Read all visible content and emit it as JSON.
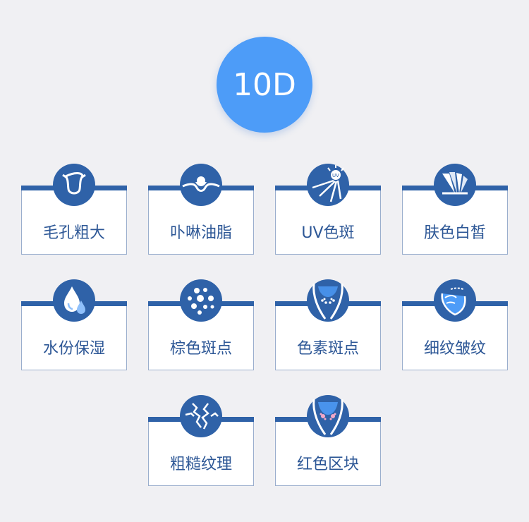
{
  "badge": {
    "text": "10D"
  },
  "items": [
    {
      "label": "毛孔粗大",
      "icon": "pore-icon"
    },
    {
      "label": "卟啉油脂",
      "icon": "oil-icon"
    },
    {
      "label": "UV色斑",
      "icon": "uv-spot-icon"
    },
    {
      "label": "肤色白皙",
      "icon": "skin-tone-icon"
    },
    {
      "label": "水份保湿",
      "icon": "water-drop-icon"
    },
    {
      "label": "棕色斑点",
      "icon": "brown-spot-icon"
    },
    {
      "label": "色素斑点",
      "icon": "pigment-spot-icon"
    },
    {
      "label": "细纹皱纹",
      "icon": "wrinkle-icon"
    },
    {
      "label": "粗糙纹理",
      "icon": "rough-texture-icon"
    },
    {
      "label": "红色区块",
      "icon": "red-area-icon"
    }
  ],
  "uv_icon_text": "UV",
  "colors": {
    "badge": "#4d9cf8",
    "accent": "#2f62a8",
    "label": "#2d5796",
    "border": "#9aaecd"
  }
}
